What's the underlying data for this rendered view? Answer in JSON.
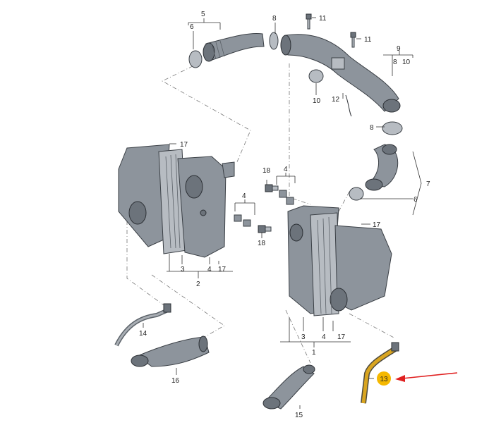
{
  "callouts": {
    "c1": "1",
    "c2": "2",
    "c3a": "3",
    "c3b": "3",
    "c4a": "4",
    "c4b": "4",
    "c4c": "4",
    "c4d": "4",
    "c5": "5",
    "c6a": "6",
    "c6b": "6",
    "c7": "7",
    "c8a": "8",
    "c8b": "8",
    "c8c": "8",
    "c9": "9",
    "c10a": "10",
    "c10b": "10",
    "c11a": "11",
    "c11b": "11",
    "c12": "12",
    "c14": "14",
    "c15": "15",
    "c16": "16",
    "c17a": "17",
    "c17b": "17",
    "c17c": "17",
    "c17d": "17",
    "c18a": "18",
    "c18b": "18"
  },
  "highlight": {
    "label": "13",
    "color": "#f5b800",
    "arrow_color": "#e02020"
  },
  "colors": {
    "part": "#8d949c",
    "part_light": "#b7bcc2",
    "hose_highlight": "#d9a520"
  }
}
